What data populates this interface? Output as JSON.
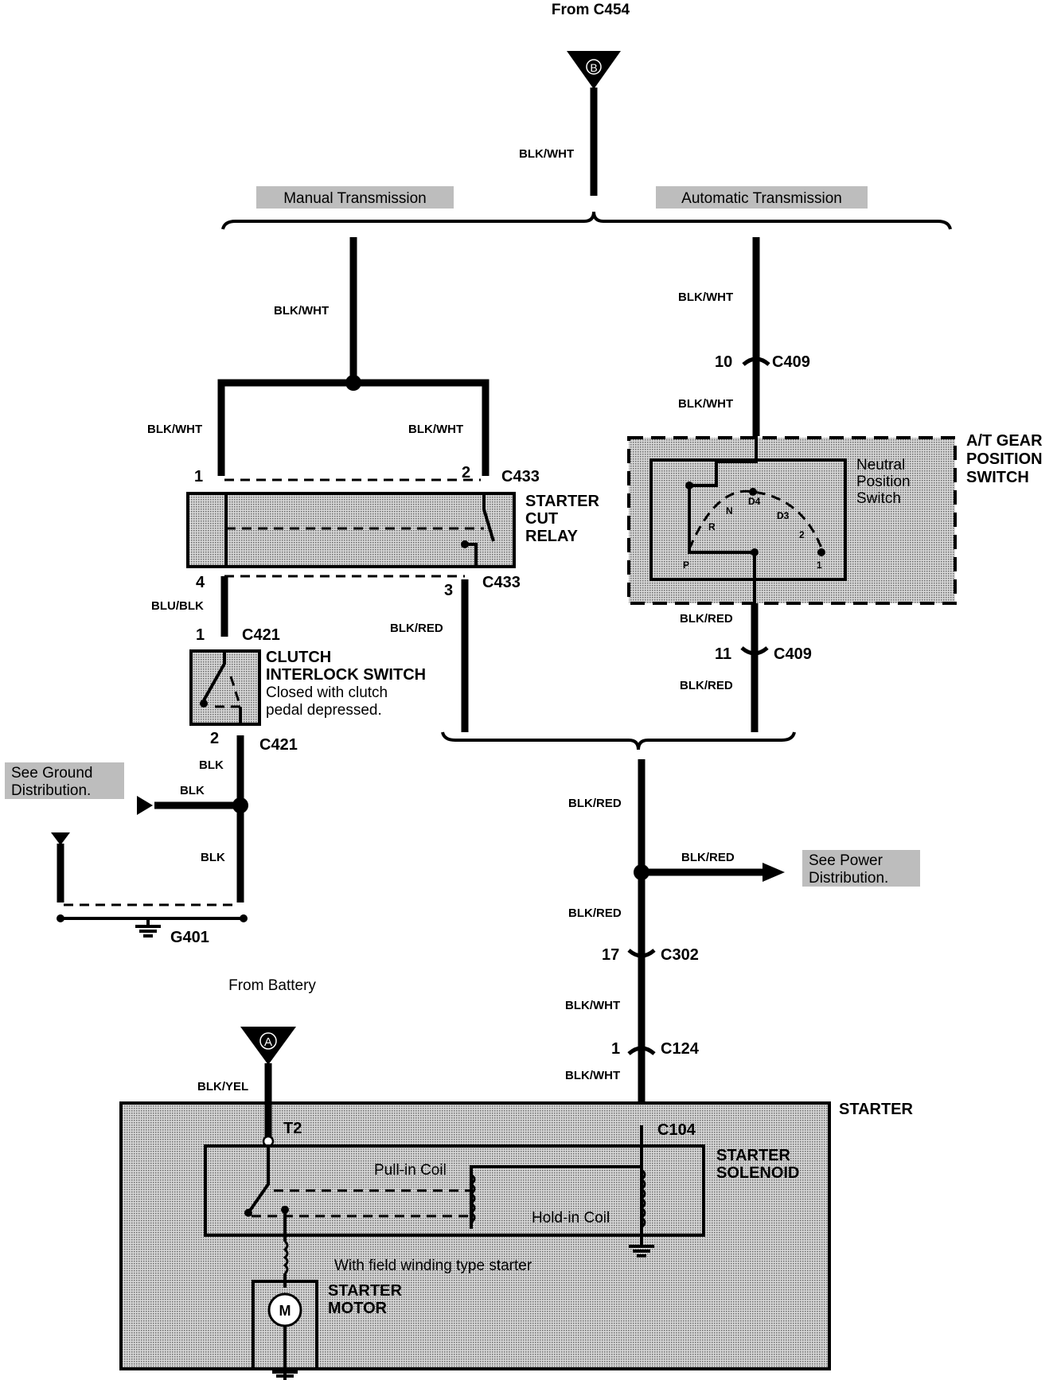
{
  "top": {
    "from_label": "From C454",
    "connector_letter": "B",
    "wire": "BLK/WHT"
  },
  "branches": {
    "manual": "Manual Transmission",
    "automatic": "Automatic Transmission"
  },
  "manual": {
    "wire_top": "BLK/WHT",
    "wire_left": "BLK/WHT",
    "wire_right": "BLK/WHT",
    "pin1": "1",
    "pin2": "2",
    "c433_top": "C433",
    "relay": {
      "line1": "STARTER",
      "line2": "CUT",
      "line3": "RELAY"
    },
    "pin4": "4",
    "pin3": "3",
    "c433_bottom": "C433",
    "wire_blublk": "BLU/BLK",
    "wire_blkred": "BLK/RED",
    "pin1_c421": "1",
    "c421_top": "C421",
    "clutch": {
      "line1": "CLUTCH",
      "line2": "INTERLOCK SWITCH",
      "line3": "Closed with clutch",
      "line4": "pedal depressed."
    },
    "pin2_c421": "2",
    "c421_bottom": "C421",
    "wire_blk1": "BLK",
    "wire_blk2": "BLK",
    "wire_blk3": "BLK",
    "see_ground": {
      "line1": "See Ground",
      "line2": "Distribution."
    },
    "ground": "G401"
  },
  "automatic": {
    "wire1": "BLK/WHT",
    "pin10": "10",
    "c409_top": "C409",
    "wire2": "BLK/WHT",
    "gear_switch": {
      "line1": "A/T GEAR",
      "line2": "POSITION",
      "line3": "SWITCH"
    },
    "neutral": {
      "line1": "Neutral",
      "line2": "Position",
      "line3": "Switch"
    },
    "positions": [
      "N",
      "D4",
      "D3",
      "R",
      "2",
      "P",
      "1"
    ],
    "wire3": "BLK/RED",
    "pin11": "11",
    "c409_bottom": "C409",
    "wire4": "BLK/RED"
  },
  "merge": {
    "wire1": "BLK/RED",
    "wire_power": "BLK/RED",
    "see_power": {
      "line1": "See Power",
      "line2": "Distribution."
    },
    "wire2": "BLK/RED",
    "pin17": "17",
    "c302": "C302",
    "wire3": "BLK/WHT",
    "pin1": "1",
    "c124": "C124",
    "wire4": "BLK/WHT"
  },
  "battery": {
    "from_label": "From Battery",
    "connector_letter": "A",
    "wire": "BLK/YEL"
  },
  "starter": {
    "title": "STARTER",
    "t2": "T2",
    "c104": "C104",
    "solenoid": {
      "line1": "STARTER",
      "line2": "SOLENOID"
    },
    "pull_in": "Pull-in Coil",
    "hold_in": "Hold-in Coil",
    "field_note": "With field winding type starter",
    "motor": {
      "line1": "STARTER",
      "line2": "MOTOR",
      "symbol": "M"
    }
  }
}
